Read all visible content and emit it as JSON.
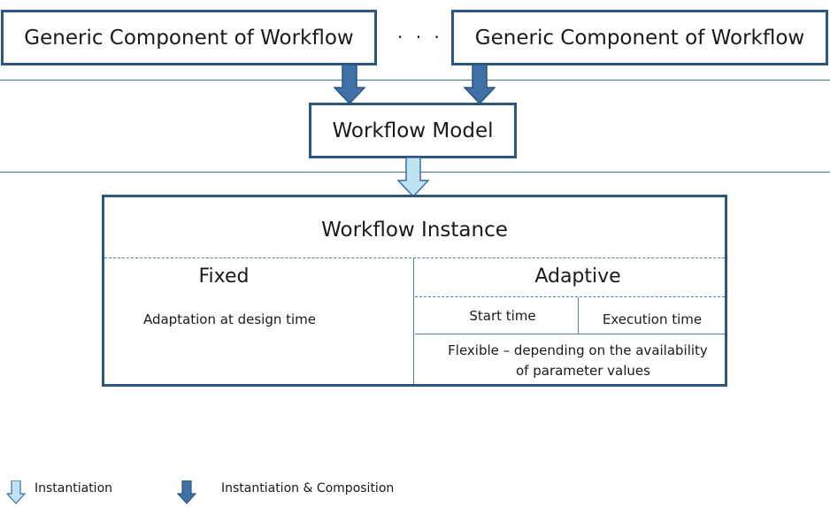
{
  "top": {
    "left_component": "Generic Component of Workflow",
    "ellipsis": "· · ·",
    "right_component": "Generic Component of Workflow"
  },
  "model": {
    "label": "Workflow Model"
  },
  "instance": {
    "title": "Workflow Instance",
    "fixed": {
      "title": "Fixed",
      "description": "Adaptation at design time"
    },
    "adaptive": {
      "title": "Adaptive",
      "start_time": "Start time",
      "execution_time": "Execution time",
      "flexible_line1": "Flexible – depending on the availability",
      "flexible_line2": "of parameter values"
    }
  },
  "legend": {
    "instantiation": "Instantiation",
    "instantiation_composition": "Instantiation & Composition"
  },
  "colors": {
    "border": "#2c5680",
    "solid_arrow": "#3f70a8",
    "light_arrow": "#bfe3f3",
    "divider": "#4a7fb5"
  }
}
